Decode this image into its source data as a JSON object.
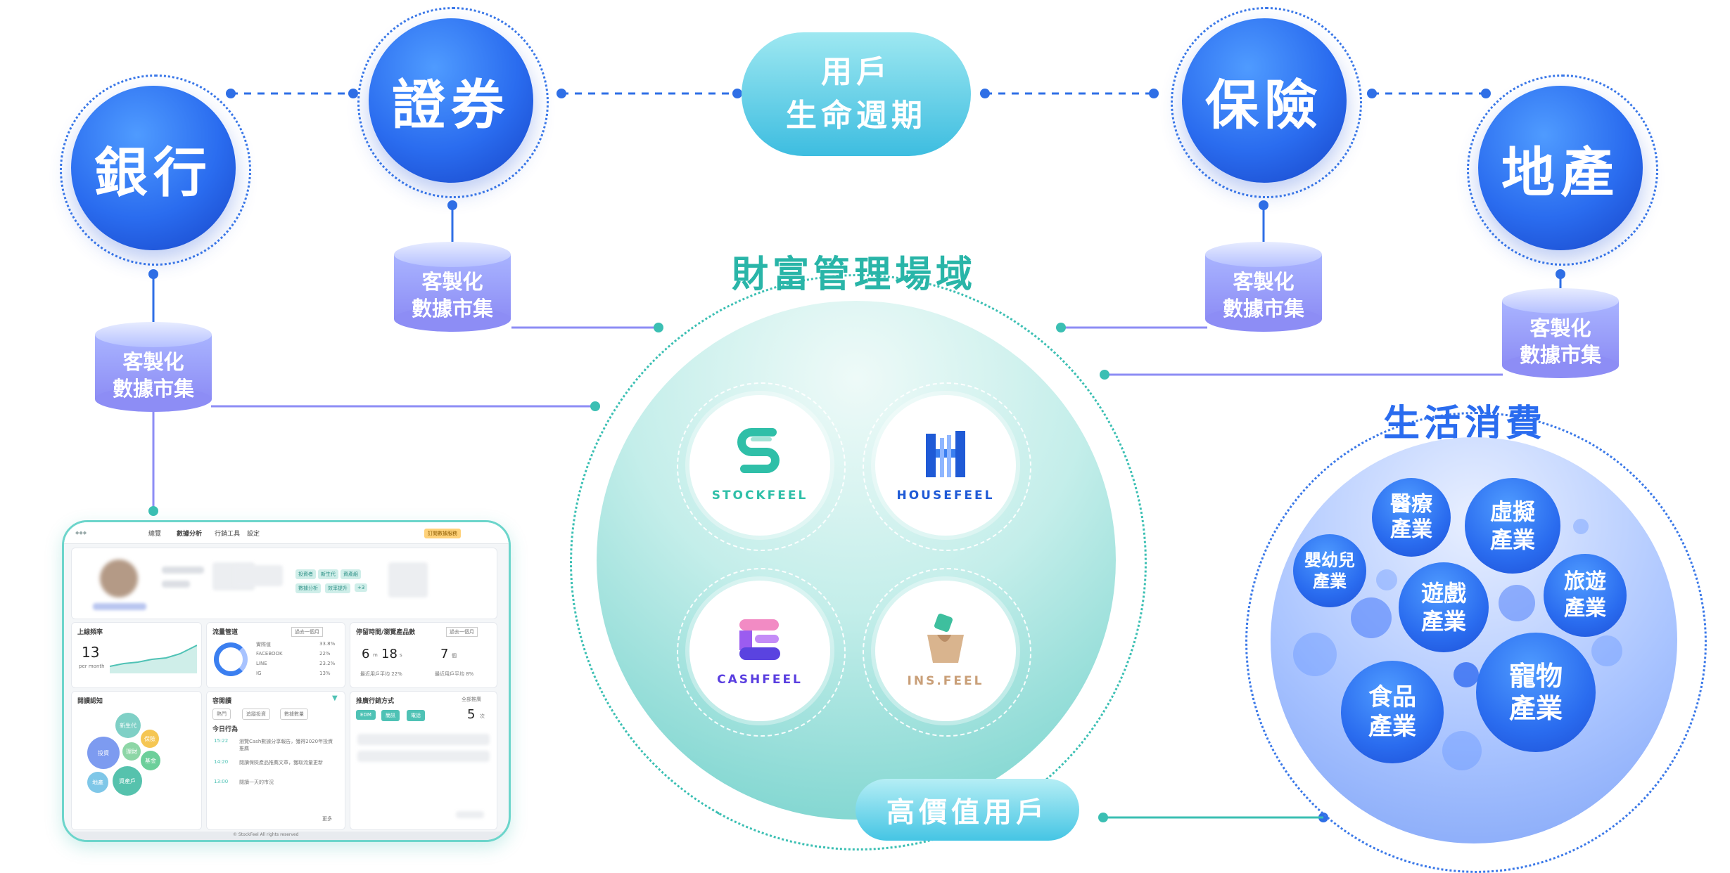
{
  "industries": {
    "bank": "銀行",
    "securities": "證券",
    "insurance": "保險",
    "real_estate": "地產"
  },
  "lifecycle": "用戶\n生命週期",
  "data_mart": "客製化\n數據市集",
  "wealth_title": "財富管理場域",
  "brands": {
    "stockfeel": "STOCKFEEL",
    "housefeel": "HOUSEFEEL",
    "cashfeel": "CASHFEEL",
    "insfeel": "INS.FEEL"
  },
  "high_value": "高價值用戶",
  "life_title": "生活消費",
  "life_items": {
    "medical": "醫療\n產業",
    "virtual": "虛擬\n產業",
    "baby": "嬰幼兒\n產業",
    "gaming": "遊戲\n產業",
    "travel": "旅遊\n產業",
    "food": "食品\n產業",
    "pet": "寵物\n產業"
  },
  "colors": {
    "blue": "#2a6cef",
    "teal": "#3bbfb3",
    "purple": "#8d8df5",
    "pill_cyan": "#3dbde0"
  },
  "dashboard": {
    "nav": [
      "總覽",
      "數據分析",
      "行銷工具",
      "設定"
    ],
    "nav_badge": "訂閱數據服務",
    "tags": [
      "投資者",
      "新生代",
      "資產組",
      "數據分析",
      "效率提升",
      "+3"
    ],
    "cards": {
      "login_title": "上線頻率",
      "login_value": "13",
      "login_unit": "per month",
      "traffic_title": "流量管道",
      "traffic_filter": "過去一個月",
      "traffic_legend": [
        {
          "label": "實際值",
          "value": "33.8%"
        },
        {
          "label": "FACEBOOK",
          "value": "22%"
        },
        {
          "label": "LINE",
          "value": "23.2%"
        },
        {
          "label": "IG",
          "value": "13%"
        }
      ],
      "stay_title": "停留時間/瀏覽產品數",
      "stay_filter": "過去一個月",
      "stay_minutes": "6",
      "stay_seconds": "18",
      "stay_m_unit": "m",
      "stay_s_unit": "s",
      "stay_count": "7",
      "stay_count_unit": "個",
      "stay_note_1": "最近用戶平均 22%",
      "stay_note_2": "最近用戶平均 8%",
      "interest_title": "閱讀認知",
      "interest_bubbles": [
        "新生代",
        "投資",
        "保險",
        "理財",
        "基金",
        "地產",
        "資產戶"
      ],
      "topics_title": "容閱讀",
      "topics_chips": [
        "熱門",
        "追蹤投資",
        "數據數量"
      ],
      "topics_sub": "今日行為",
      "topics_rows": [
        {
          "time": "15:22",
          "text": "瀏覽Cash數據分享報告，獲得2020年投資推薦"
        },
        {
          "time": "14:20",
          "text": "閱讀保險產品推薦文章，獲取流量更新"
        },
        {
          "time": "13:00",
          "text": "閱讀一天的市況"
        }
      ],
      "topics_more": "更多",
      "marketing_title": "推廣行銷方式",
      "marketing_buttons": [
        "EDM",
        "簡訊",
        "電話"
      ],
      "marketing_count": "5",
      "marketing_count_unit": "次",
      "marketing_more": "全部推廣"
    },
    "footer": "© StockFeel  All rights reserved"
  }
}
